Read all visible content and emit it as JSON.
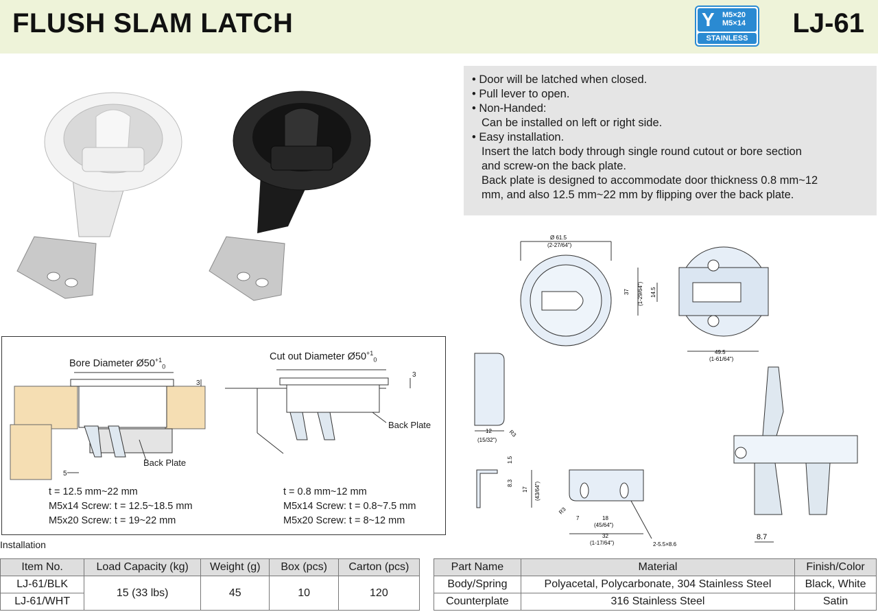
{
  "header": {
    "title": "FLUSH SLAM LATCH",
    "code": "LJ-61",
    "badge": {
      "sizes": [
        "M5×20",
        "M5×14"
      ],
      "label": "STAINLESS",
      "icon": "y-mark-icon"
    }
  },
  "features": [
    {
      "text": "• Door will be latched when closed.",
      "indent": false
    },
    {
      "text": "• Pull lever to open.",
      "indent": false
    },
    {
      "text": "• Non-Handed:",
      "indent": false
    },
    {
      "text": "Can be installed on left or right side.",
      "indent": true
    },
    {
      "text": "• Easy installation.",
      "indent": false
    },
    {
      "text": "Insert the latch body through single round cutout or bore section",
      "indent": true
    },
    {
      "text": "and screw-on the back plate.",
      "indent": true
    },
    {
      "text": "Back plate is designed to accommodate door thickness 0.8 mm~12",
      "indent": true
    },
    {
      "text": "mm, and also 12.5 mm~22 mm by flipping over the back plate.",
      "indent": true
    }
  ],
  "installation": {
    "left": {
      "heading": "Bore Diameter Ø50",
      "tol_top": "+1",
      "tol_bot": "0",
      "back_plate": "Back Plate",
      "dim": "5",
      "dim3": "3",
      "lines": [
        "t = 12.5 mm~22 mm",
        "M5x14 Screw: t = 12.5~18.5 mm",
        "M5x20 Screw: t = 19~22 mm"
      ]
    },
    "right": {
      "heading": "Cut out Diameter Ø50",
      "tol_top": "+1",
      "tol_bot": "0",
      "back_plate": "Back Plate",
      "dim3": "3",
      "lines": [
        "t = 0.8 mm~12 mm",
        "M5x14 Screw: t = 0.8~7.5 mm",
        "M5x20 Screw: t = 8~12 mm"
      ]
    },
    "caption": "Installation"
  },
  "dimensions": {
    "front_dia": "Ø 61.5",
    "front_dia_in": "(2-27/64\")",
    "back_h": "37",
    "back_h_in": "(1-29/64\")",
    "back_inner": "14.5",
    "back_w": "49.5",
    "back_w_in": "(1-61/64\")",
    "side_w": "12",
    "side_w_in": "(15/32\")",
    "side_r": "R3",
    "bracket_15": "1.5",
    "bracket_83": "8.3",
    "bracket_17": "17",
    "bracket_17_in": "(43/64\")",
    "plate_7": "7",
    "plate_18": "18",
    "plate_18_in": "(45/64\")",
    "plate_32": "32",
    "plate_32_in": "(1-17/64\")",
    "plate_r": "R3",
    "slots": "2-5.5×8.6",
    "latch_87": "8.7"
  },
  "spec_table": {
    "headers": [
      "Item No.",
      "Load Capacity (kg)",
      "Weight (g)",
      "Box (pcs)",
      "Carton (pcs)"
    ],
    "items": [
      "LJ-61/BLK",
      "LJ-61/WHT"
    ],
    "load": "15 (33 lbs)",
    "weight": "45",
    "box": "10",
    "carton": "120"
  },
  "material_table": {
    "headers": [
      "Part Name",
      "Material",
      "Finish/Color"
    ],
    "rows": [
      [
        "Body/Spring",
        "Polyacetal, Polycarbonate, 304 Stainless Steel",
        "Black, White"
      ],
      [
        "Counterplate",
        "316 Stainless Steel",
        "Satin"
      ]
    ]
  }
}
